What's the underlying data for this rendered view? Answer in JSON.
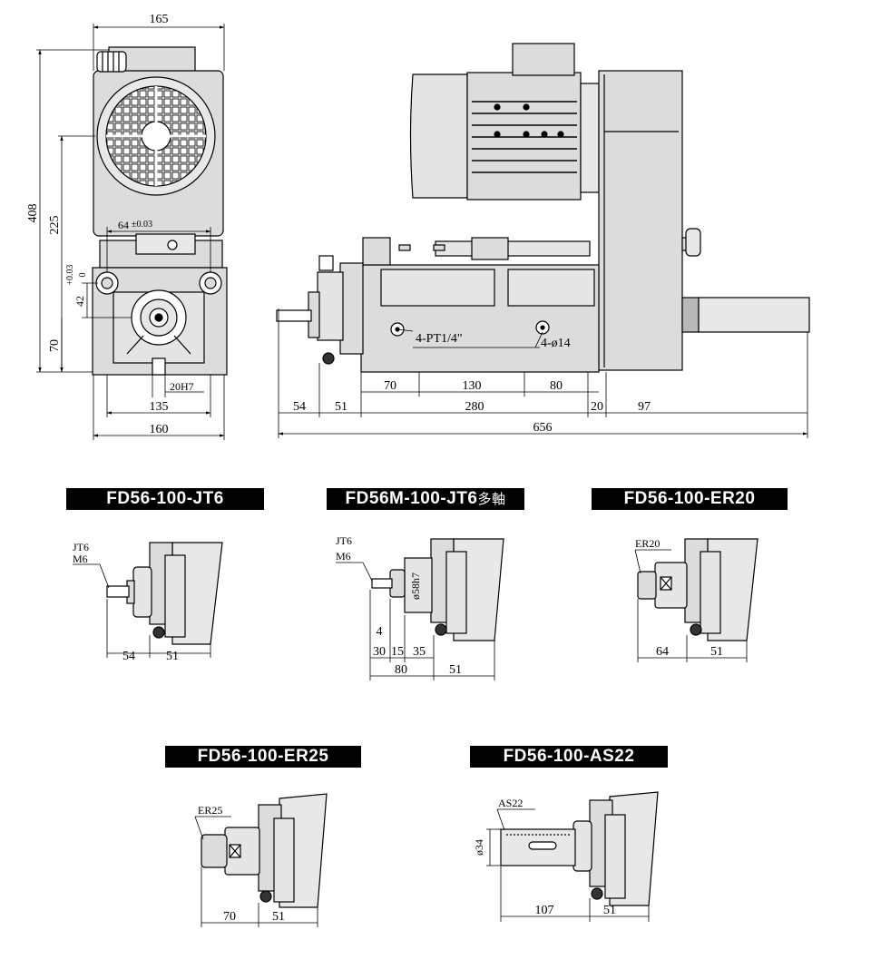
{
  "front_view": {
    "width_top": "165",
    "height_total": "408",
    "height_225": "225",
    "tol_64": "64",
    "tol_64_dev": "±0.03",
    "tol_42": "42",
    "tol_42_dev": "+0.03",
    "tol_42_dev2": "0",
    "height_70": "70",
    "key": "20H7",
    "width_135": "135",
    "width_160": "160"
  },
  "side_view": {
    "port_label": "4-PT1/4\"",
    "hole_label": "4-ø14",
    "dims": [
      "70",
      "130",
      "80",
      "54",
      "51",
      "280",
      "20",
      "97"
    ],
    "total": "656"
  },
  "variants": [
    {
      "title": "FD56-100-JT6",
      "labels": [
        "JT6",
        "M6"
      ],
      "dims": [
        "54",
        "51"
      ]
    },
    {
      "title": "FD56M-100-JT6",
      "title_suffix": "多軸",
      "labels": [
        "JT6",
        "M6",
        "ø58h7"
      ],
      "dims": [
        "4",
        "30",
        "15",
        "35",
        "80",
        "51"
      ]
    },
    {
      "title": "FD56-100-ER20",
      "labels": [
        "ER20"
      ],
      "dims": [
        "64",
        "51"
      ]
    },
    {
      "title": "FD56-100-ER25",
      "labels": [
        "ER25"
      ],
      "dims": [
        "70",
        "51"
      ]
    },
    {
      "title": "FD56-100-AS22",
      "labels": [
        "AS22",
        "ø34"
      ],
      "dims": [
        "107",
        "51"
      ]
    }
  ],
  "colors": {
    "body_fill": "#dcdcdc",
    "line": "#000000",
    "background": "#ffffff"
  }
}
